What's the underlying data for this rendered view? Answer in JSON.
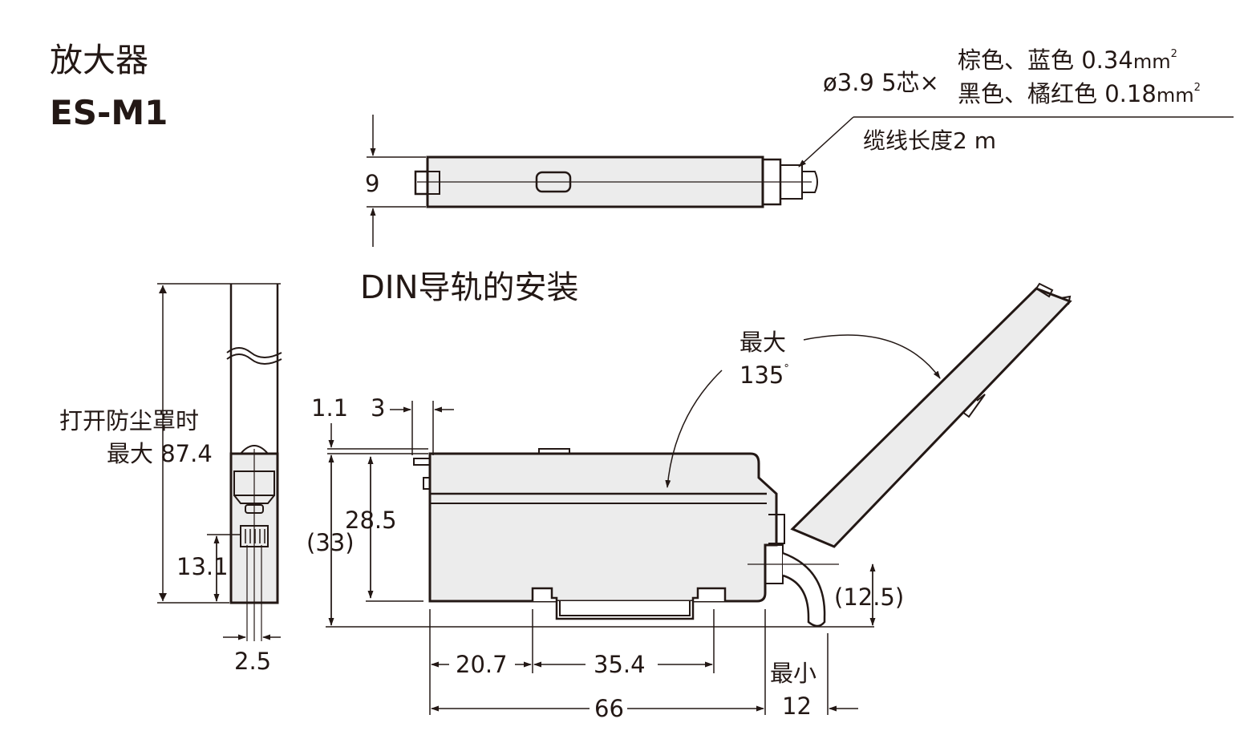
{
  "header": {
    "category": "放大器",
    "model": "ES-M1"
  },
  "section_title": "DIN导轨的安装",
  "top_view": {
    "height_dim": "9",
    "cable_prefix": "ø3.9 5芯×",
    "line1_colors": "棕色、蓝色",
    "line1_size": "0.34",
    "line2_colors": "黑色、橘红色",
    "line2_size": "0.18",
    "area_unit": "mm",
    "area_sup": "2",
    "cable_length": "缆线长度2 m"
  },
  "side_view": {
    "open_note": "打开防尘罩时",
    "open_max": "最大 87.4",
    "dim_13_1": "13.1",
    "dim_2_5": "2.5"
  },
  "front_view": {
    "dim_1_1": "1.1",
    "dim_3": "3",
    "dim_33": "(33)",
    "dim_28_5": "28.5",
    "dim_12_5": "(12.5)",
    "dim_20_7": "20.7",
    "dim_35_4": "35.4",
    "dim_66": "66",
    "min_label": "最小",
    "dim_12": "12",
    "angle_label": "最大",
    "angle_value": "135",
    "angle_unit": "°"
  }
}
